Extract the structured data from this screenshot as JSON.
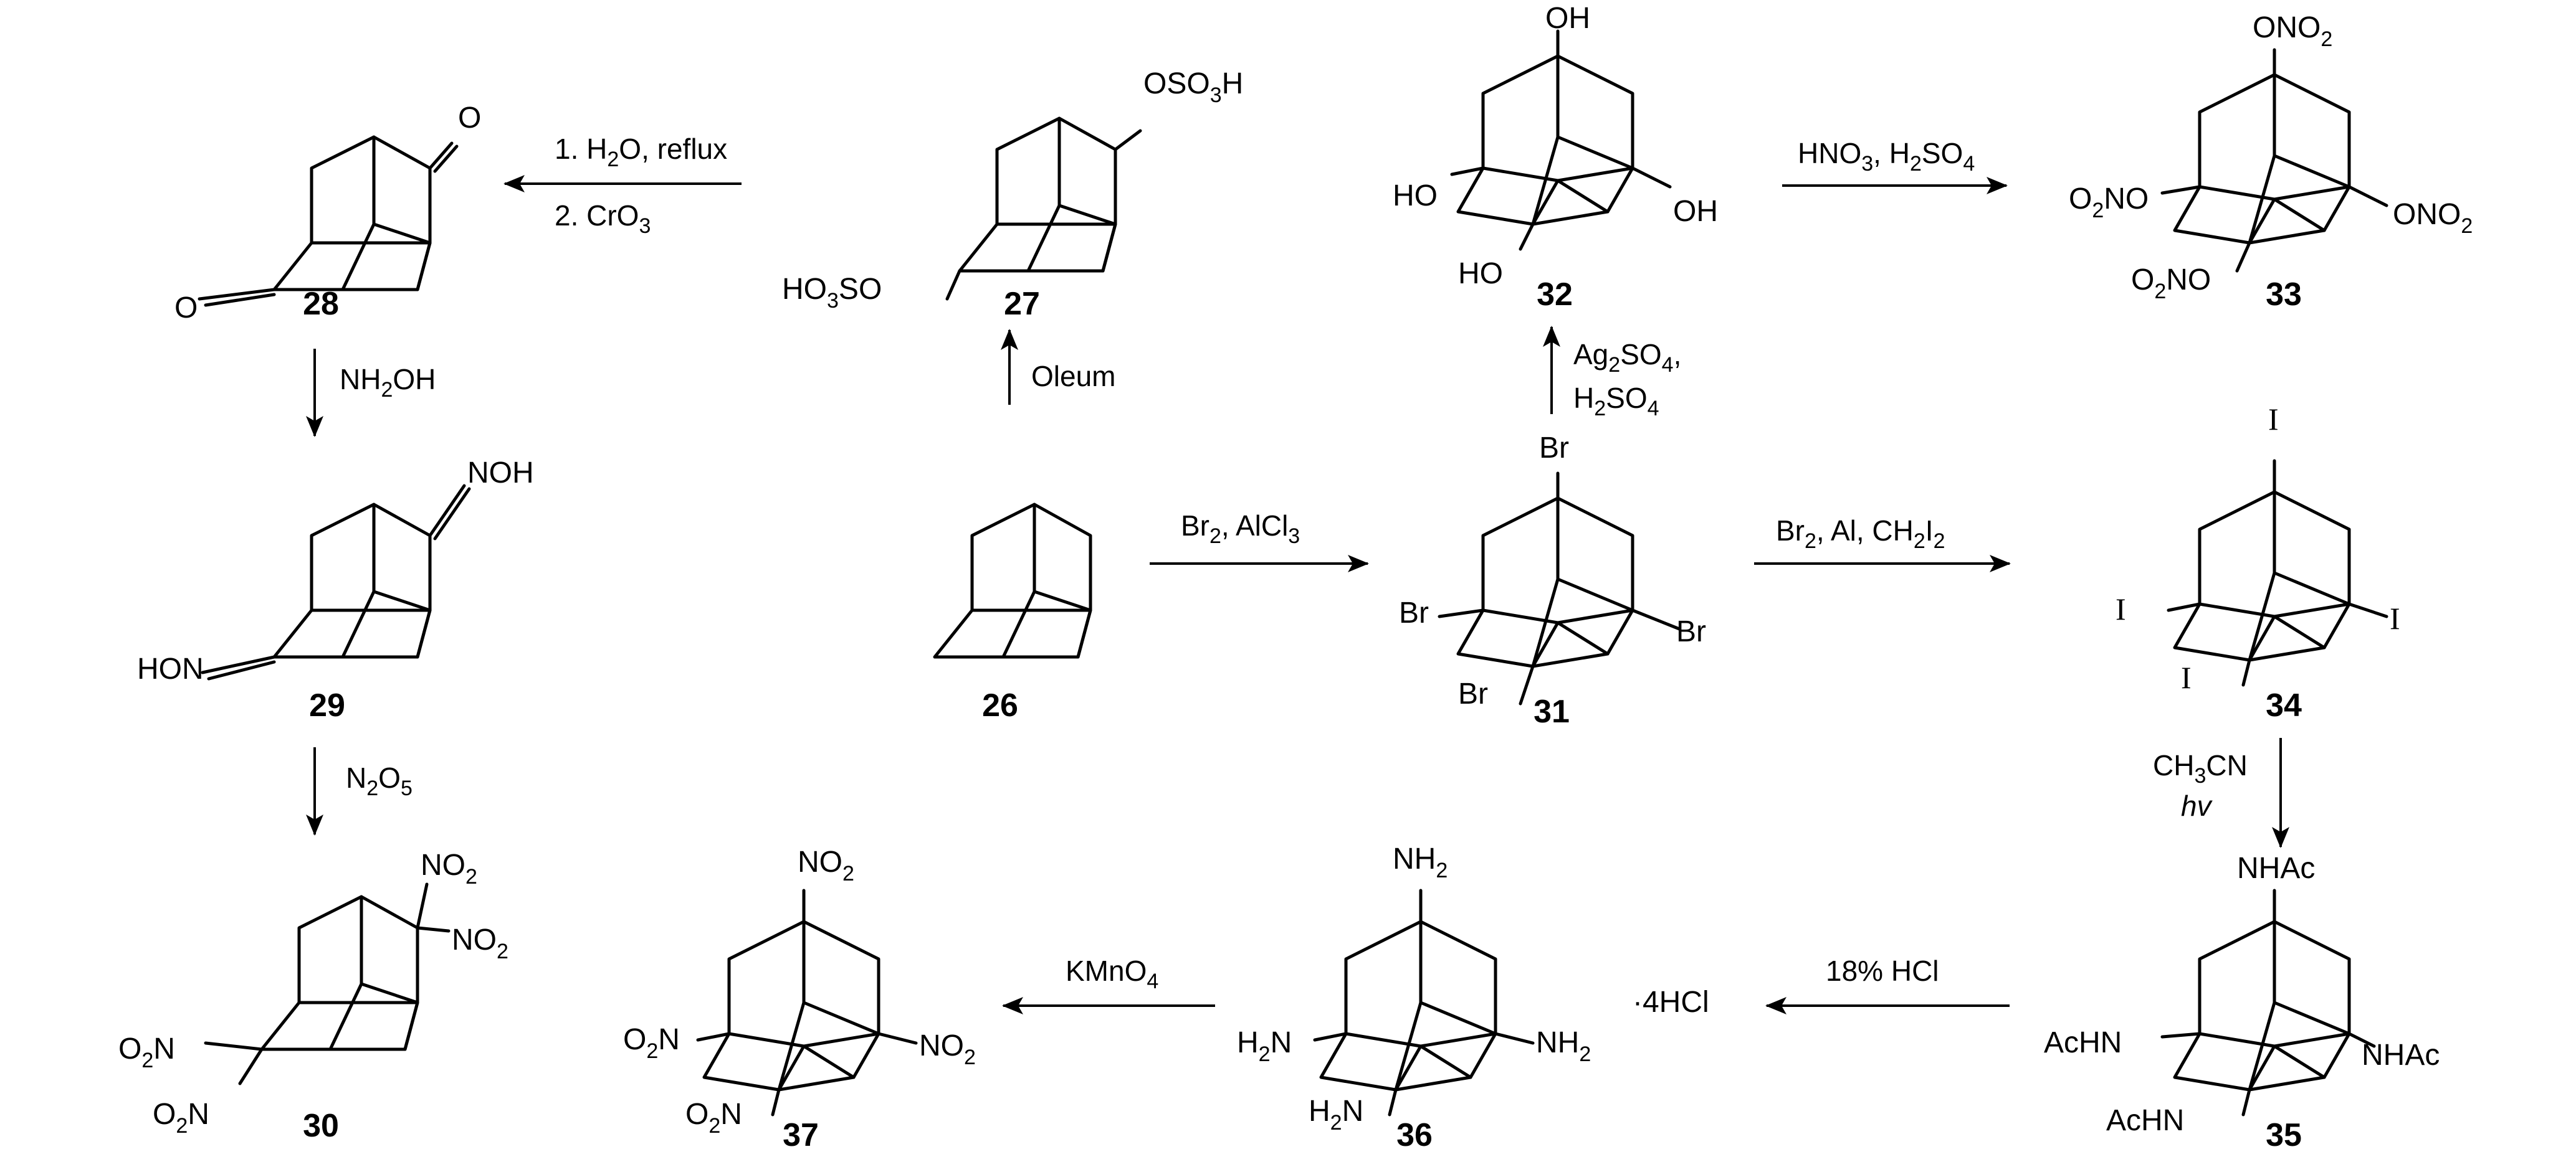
{
  "compounds": [
    {
      "id": "26",
      "label": "26"
    },
    {
      "id": "27",
      "label": "27",
      "substituents": [
        "OSO",
        "3",
        "H",
        "HO",
        "3",
        "SO"
      ]
    },
    {
      "id": "28",
      "label": "28",
      "substituents": [
        "O",
        "O"
      ]
    },
    {
      "id": "29",
      "label": "29",
      "substituents": [
        "NOH",
        "HON"
      ]
    },
    {
      "id": "30",
      "label": "30",
      "substituents": [
        "NO",
        "2",
        "NO",
        "2",
        "O",
        "2",
        "N",
        "O",
        "2",
        "N"
      ]
    },
    {
      "id": "31",
      "label": "31",
      "substituents": [
        "Br",
        "Br",
        "Br",
        "Br"
      ]
    },
    {
      "id": "32",
      "label": "32",
      "substituents": [
        "OH",
        "HO",
        "OH",
        "HO"
      ]
    },
    {
      "id": "33",
      "label": "33",
      "substituents": [
        "ONO",
        "2",
        "O",
        "2",
        "NO",
        "ONO",
        "2",
        "O",
        "2",
        "NO"
      ]
    },
    {
      "id": "34",
      "label": "34",
      "substituents": [
        "I",
        "I",
        "I",
        "I"
      ]
    },
    {
      "id": "35",
      "label": "35",
      "substituents": [
        "NHAc",
        "AcHN",
        "NHAc",
        "AcHN"
      ]
    },
    {
      "id": "36",
      "label": "36",
      "substituents": [
        "NH",
        "2",
        "H",
        "2",
        "N",
        "NH",
        "2",
        "H",
        "2",
        "N"
      ],
      "salt": "·4HCl"
    },
    {
      "id": "37",
      "label": "37",
      "substituents": [
        "NO",
        "2",
        "O",
        "2",
        "N",
        "NO",
        "2",
        "O",
        "2",
        "N"
      ]
    }
  ],
  "reagents": {
    "r26_27": "Oleum",
    "r27_28": [
      "1. H",
      "2",
      "O, reflux",
      "2. CrO",
      "3"
    ],
    "r28_29": [
      "NH",
      "2",
      "OH"
    ],
    "r29_30": [
      "N",
      "2",
      "O",
      "5"
    ],
    "r26_31": [
      "Br",
      "2",
      ", AlCl",
      "3"
    ],
    "r31_32": [
      "Ag",
      "2",
      "SO",
      "4",
      ",",
      "H",
      "2",
      "SO",
      "4"
    ],
    "r32_33": [
      "HNO",
      "3",
      ", H",
      "2",
      "SO",
      "4"
    ],
    "r31_34": [
      "Br",
      "2",
      ", Al, CH",
      "2",
      "I",
      "2"
    ],
    "r34_35": [
      "CH",
      "3",
      "CN",
      "hv"
    ],
    "r35_36": "18% HCl",
    "r36_37": [
      "KMnO",
      "4"
    ]
  }
}
